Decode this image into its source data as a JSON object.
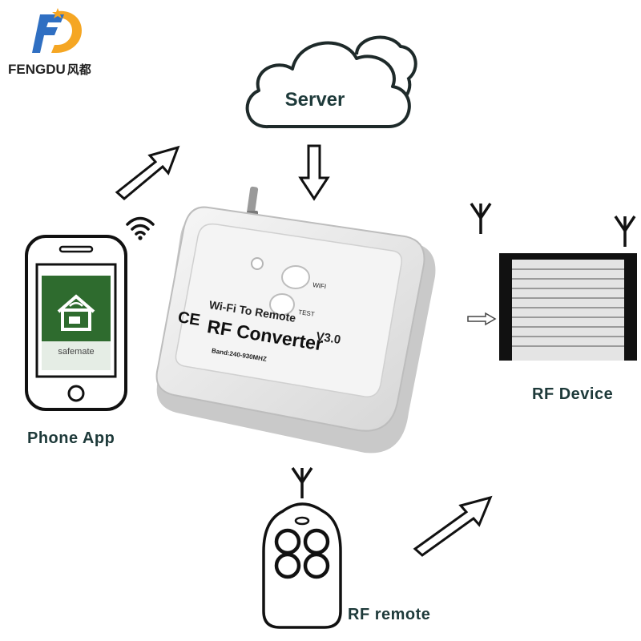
{
  "brand": {
    "name": "FENGDU",
    "name_cn": "风都",
    "logo_color_orange": "#f5a623",
    "logo_color_blue": "#2f6fc2"
  },
  "server": {
    "label": "Server"
  },
  "phone": {
    "label": "Phone App",
    "app_name": "safemate",
    "screen_color": "#2e6b2e"
  },
  "converter": {
    "button_wifi": "WIFI",
    "button_test": "TEST",
    "line1": "Wi-Fi To Remote",
    "version": "V3.0",
    "line2": "RF Converter",
    "band": "Band:240-930MHZ",
    "ce_mark": "CE"
  },
  "rf_device": {
    "label": "RF Device"
  },
  "rf_remote": {
    "label": "RF remote"
  },
  "icons": {
    "wifi": "wifi-signal-icon",
    "antenna": "antenna-icon",
    "arrow": "hollow-arrow-icon"
  }
}
